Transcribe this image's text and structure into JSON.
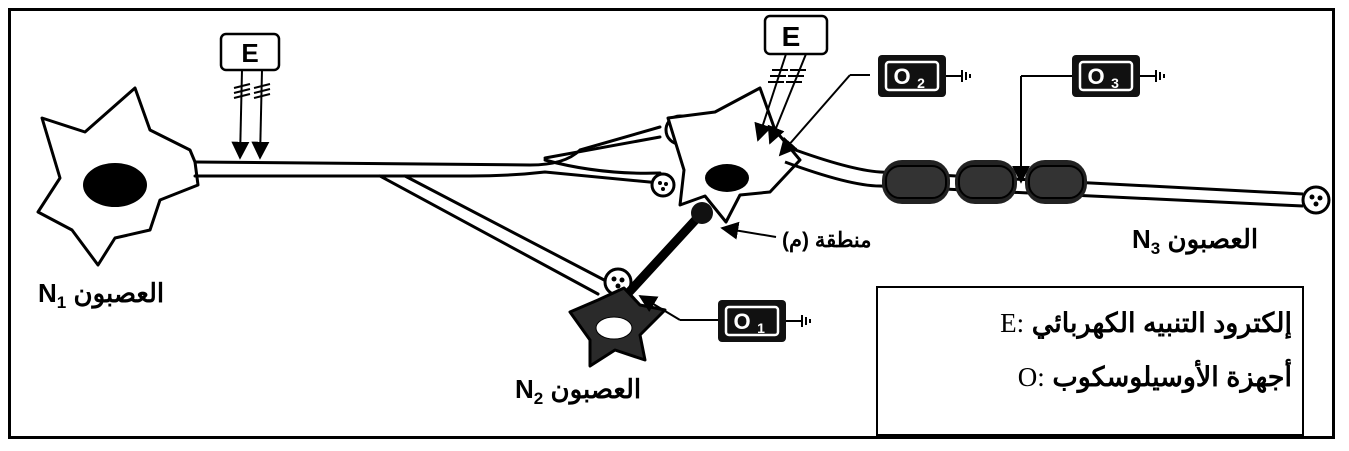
{
  "devices": {
    "electrode_symbol": "E",
    "oscilloscope_symbol": "O",
    "oscilloscopes": [
      {
        "symbol": "O",
        "index": "1"
      },
      {
        "symbol": "O",
        "index": "2"
      },
      {
        "symbol": "O",
        "index": "3"
      }
    ]
  },
  "neurons": {
    "n1": {
      "word": "العصبون",
      "symbol": "N",
      "index": "1"
    },
    "n2": {
      "word": "العصبون",
      "symbol": "N",
      "index": "2"
    },
    "n3": {
      "word": "العصبون",
      "symbol": "N",
      "index": "3"
    }
  },
  "region_label": "منطقة (م)",
  "legend": {
    "items": [
      {
        "key": "E",
        "separator": ":",
        "text": "إلكترود التنبيه الكهربائي"
      },
      {
        "key": "O",
        "separator": ":",
        "text": "أجهزة الأوسيلوسكوب"
      }
    ]
  }
}
